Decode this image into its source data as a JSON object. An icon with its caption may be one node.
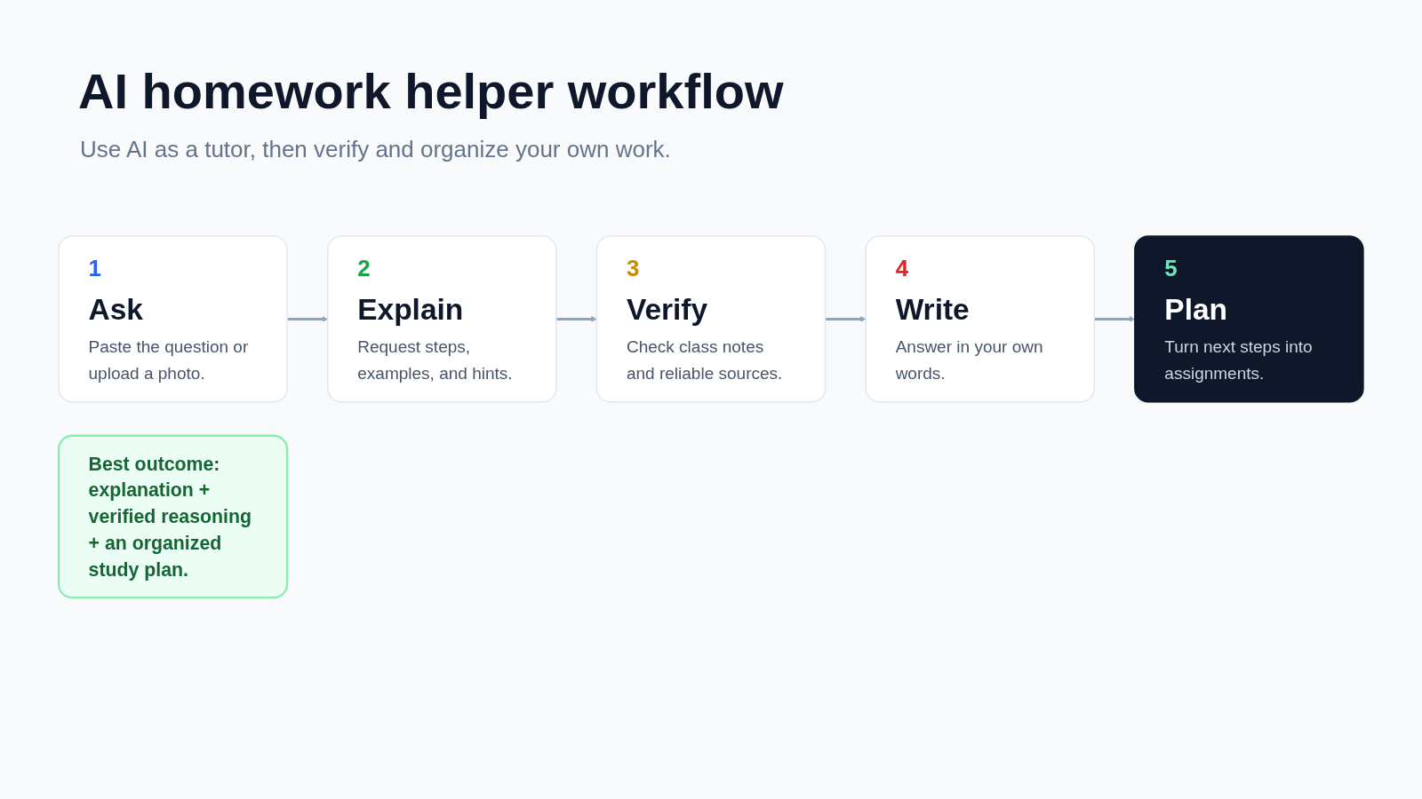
{
  "diagram": {
    "title": "AI homework helper workflow",
    "caption": "Use AI as a tutor, then verify and organize your own work.",
    "nodes": [
      {
        "text": [
          "1",
          "Ask",
          "Paste the question or upload a photo."
        ]
      },
      {
        "text": [
          "2",
          "Explain",
          "Request steps, examples, and hints."
        ]
      },
      {
        "text": [
          "3",
          "Verify",
          "Check class notes and reliable sources."
        ]
      },
      {
        "text": [
          "4",
          "Write",
          "Answer in your own words."
        ]
      },
      {
        "text": [
          "5",
          "Plan",
          "Turn next steps into assignments."
        ]
      },
      {
        "text": [
          "Best outcome: explanation + verified reasoning + an organized study plan."
        ]
      }
    ],
    "edges": [
      {
        "from": 0,
        "to": 1,
        "arrow": "to"
      },
      {
        "from": 1,
        "to": 2,
        "arrow": "to"
      },
      {
        "from": 2,
        "to": 3,
        "arrow": "to"
      },
      {
        "from": 3,
        "to": 4,
        "arrow": "to"
      }
    ]
  }
}
